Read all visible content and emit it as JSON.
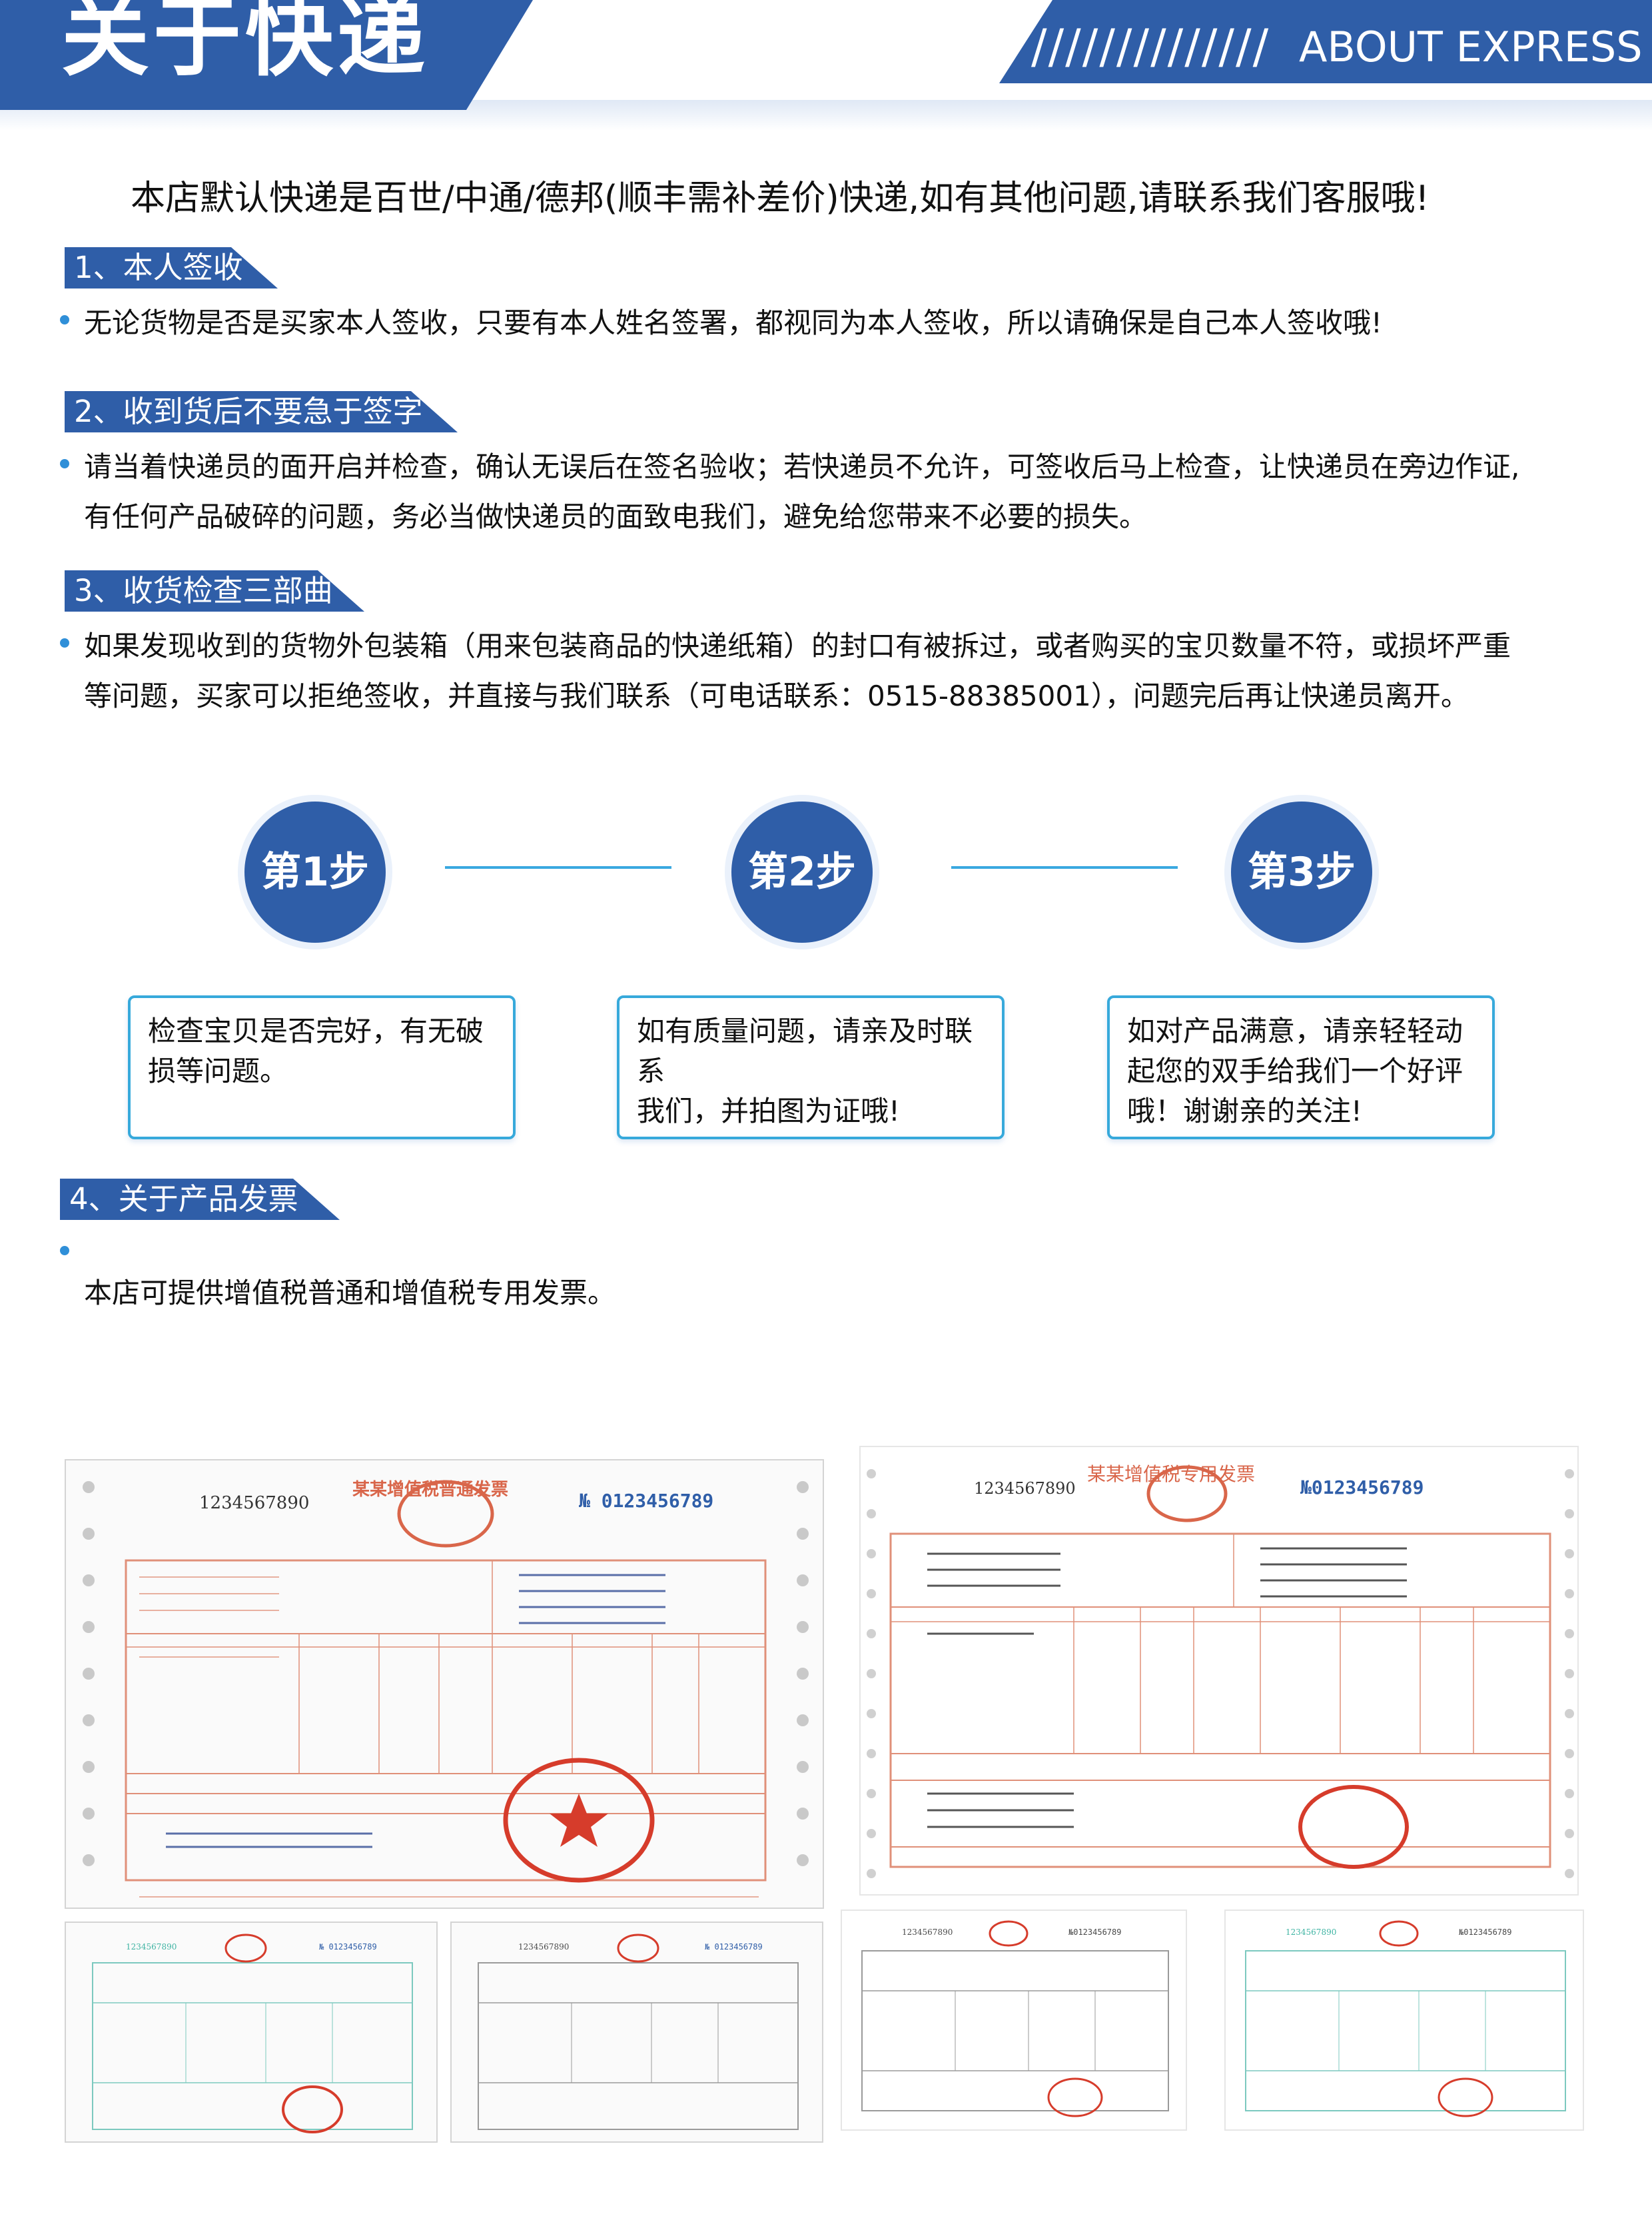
{
  "header": {
    "title": "关于快递",
    "slashes": "//////////////",
    "subtitle_en": "ABOUT EXPRESS"
  },
  "intro": "本店默认快递是百世/中通/德邦(顺丰需补差价)快递,如有其他问题,请联系我们客服哦!",
  "sections": [
    {
      "tag": "1、本人签收",
      "lines": [
        "无论货物是否是买家本人签收，只要有本人姓名签署，都视同为本人签收，所以请确保是自己本人签收哦!"
      ]
    },
    {
      "tag": "2、收到货后不要急于签字",
      "lines": [
        "请当着快递员的面开启并检查，确认无误后在签名验收；若快递员不允许，可签收后马上检查，让快递员在旁边作证,",
        "有任何产品破碎的问题，务必当做快递员的面致电我们，避免给您带来不必要的损失。"
      ]
    },
    {
      "tag": "3、收货检查三部曲",
      "lines": [
        "如果发现收到的货物外包装箱（用来包装商品的快递纸箱）的封口有被拆过，或者购买的宝贝数量不符，或损坏严重",
        "等问题，买家可以拒绝签收，并直接与我们联系（可电话联系：0515-88385001），问题完后再让快递员离开。"
      ]
    },
    {
      "tag": "4、关于产品发票",
      "lines": [
        "本店可提供增值税普通和增值税专用发票。"
      ]
    }
  ],
  "steps": [
    {
      "label": "第1步",
      "lines": [
        "检查宝贝是否完好，有无破",
        "损等问题。"
      ]
    },
    {
      "label": "第2步",
      "lines": [
        "如有质量问题，请亲及时联系",
        "我们，并拍图为证哦!"
      ]
    },
    {
      "label": "第3步",
      "lines": [
        "如对产品满意，请亲轻轻动",
        "起您的双手给我们一个好评",
        "哦！谢谢亲的关注!"
      ]
    }
  ],
  "invoices": {
    "main_left": {
      "number": "1234567890",
      "title": "某某增值税普通发票",
      "serial": "№ 0123456789",
      "color": "#d9664a"
    },
    "main_right": {
      "number": "1234567890",
      "title": "某某增值税专用发票",
      "serial": "№0123456789",
      "color": "#d9664a"
    },
    "thumb_1": {
      "number": "1234567890",
      "serial": "№ 0123456789",
      "color": "#3fb4a3"
    },
    "thumb_2": {
      "number": "1234567890",
      "serial": "№ 0123456789",
      "color": "#4a4a4a"
    },
    "thumb_3": {
      "number": "1234567890",
      "serial": "№0123456789",
      "color": "#4a4a4a"
    },
    "thumb_4": {
      "number": "1234567890",
      "serial": "№0123456789",
      "color": "#3fb4a3"
    }
  }
}
